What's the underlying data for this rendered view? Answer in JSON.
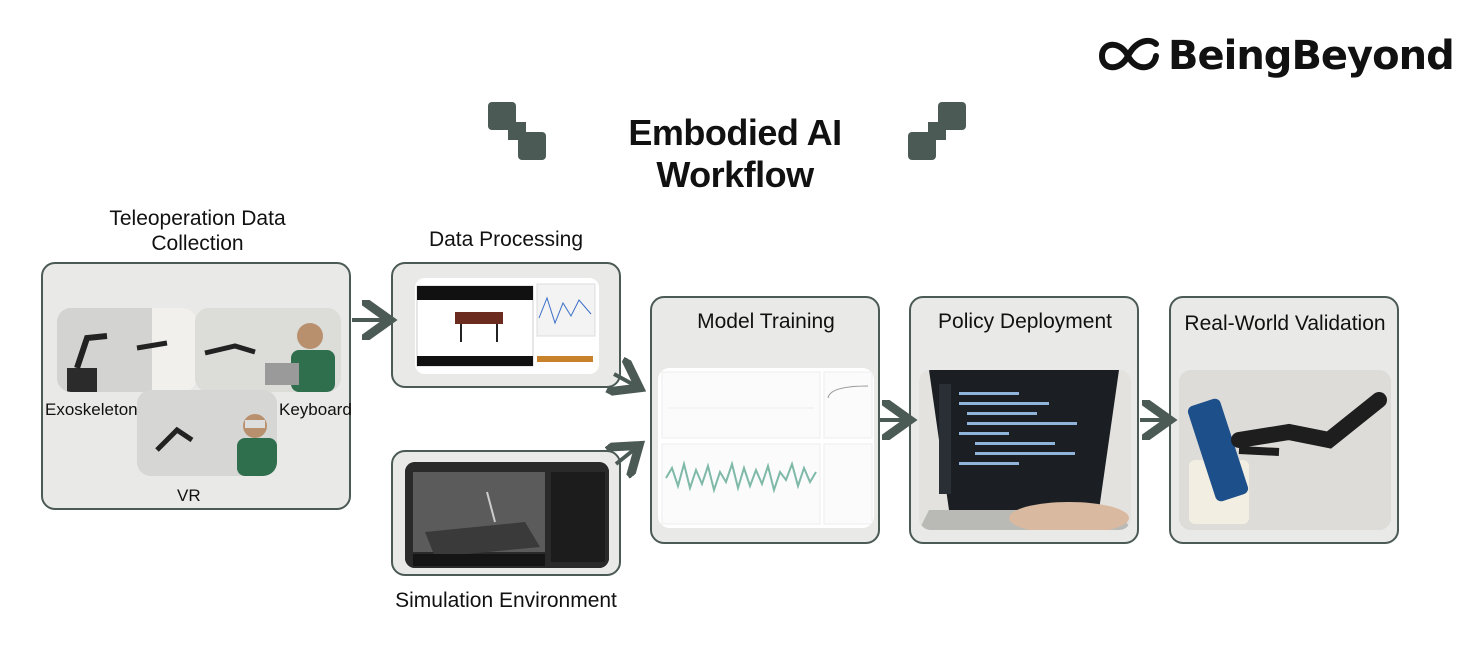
{
  "brand": {
    "name": "BeingBeyond",
    "logo_icon": "alpha-infinity-logo"
  },
  "title": "Embodied AI Workflow",
  "colors": {
    "accent": "#4b5a55",
    "panel_bg": "#e9eae8",
    "arrow": "#4b5a55"
  },
  "stages": {
    "teleop": {
      "label_line1": "Teleoperation Data",
      "label_line2": "Collection",
      "sub": {
        "exoskeleton": "Exoskeleton",
        "keyboard": "Keyboard",
        "vr": "VR"
      }
    },
    "processing": {
      "label": "Data Processing"
    },
    "simulation": {
      "label": "Simulation Environment"
    },
    "training": {
      "label": "Model Training"
    },
    "deployment": {
      "label": "Policy Deployment"
    },
    "validation": {
      "label": "Real-World Validation"
    }
  }
}
